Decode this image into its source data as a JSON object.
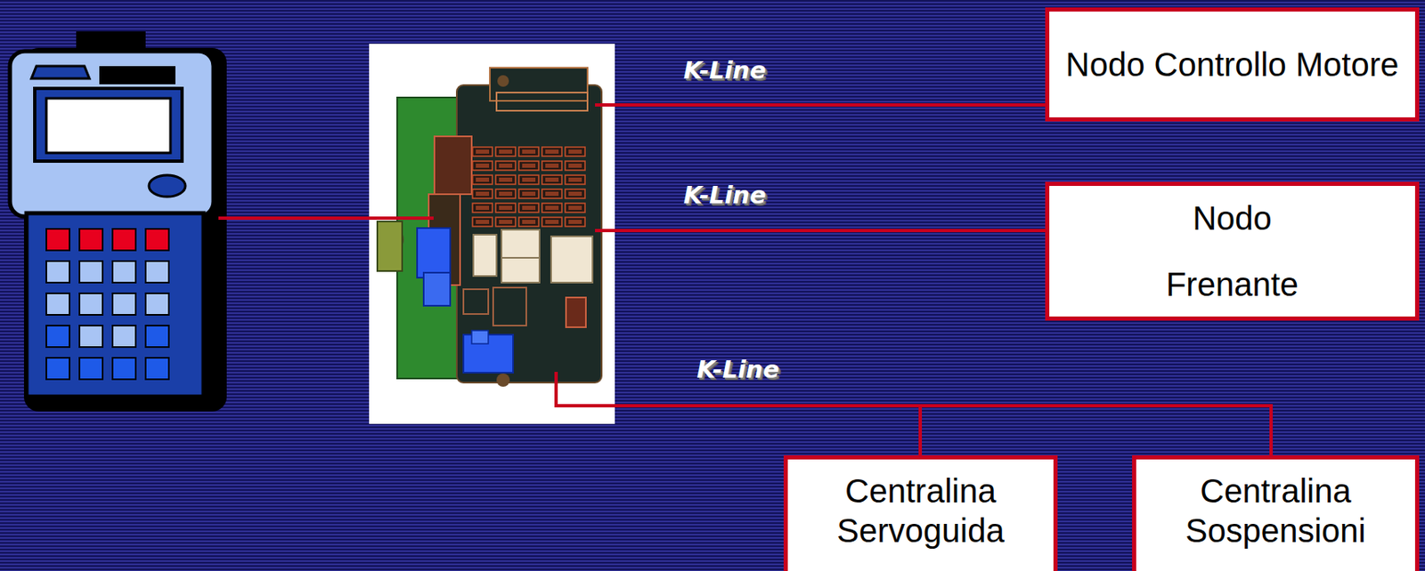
{
  "diagram": {
    "nodes": [
      {
        "text": [
          "Nodo Controllo Motore"
        ]
      },
      {
        "text": [
          "Nodo Frenante"
        ]
      },
      {
        "text": [
          "Centralina Servoguida"
        ]
      },
      {
        "text": [
          "Centralina Sospensioni"
        ]
      }
    ],
    "labels": [
      "K-Line",
      "K-Line",
      "K-Line"
    ]
  }
}
